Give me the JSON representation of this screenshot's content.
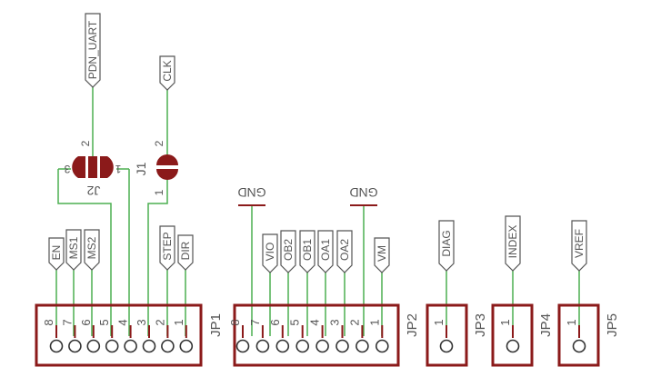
{
  "colors": {
    "frame": "#8b1a1a",
    "wire": "#4caf50",
    "label": "#555555"
  },
  "headers": {
    "jp1": {
      "name": "JP1",
      "pins": [
        "8",
        "7",
        "6",
        "5",
        "4",
        "3",
        "2",
        "1"
      ]
    },
    "jp2": {
      "name": "JP2",
      "pins": [
        "8",
        "7",
        "6",
        "5",
        "4",
        "3",
        "2",
        "1"
      ]
    },
    "jp3": {
      "name": "JP3",
      "pins": [
        "1"
      ]
    },
    "jp4": {
      "name": "JP4",
      "pins": [
        "1"
      ]
    },
    "jp5": {
      "name": "JP5",
      "pins": [
        "1"
      ]
    }
  },
  "flags": {
    "en": "EN",
    "ms1": "MS1",
    "ms2": "MS2",
    "step": "STEP",
    "dir": "DIR",
    "vio": "VIO",
    "ob2": "OB2",
    "ob1": "OB1",
    "oa1": "OA1",
    "oa2": "OA2",
    "vm": "VM",
    "diag": "DIAG",
    "index": "INDEX",
    "vref": "VREF",
    "pdn_uart": "PDN_UART",
    "clk": "CLK"
  },
  "ground": {
    "left": "GND",
    "right": "GND"
  },
  "jumpers": {
    "j1": {
      "name": "J1",
      "pin_top": "2",
      "pin_bottom": "1"
    },
    "j2": {
      "name": "J2",
      "pin_left": "3",
      "pin_top": "2",
      "pin_right": "1"
    }
  }
}
